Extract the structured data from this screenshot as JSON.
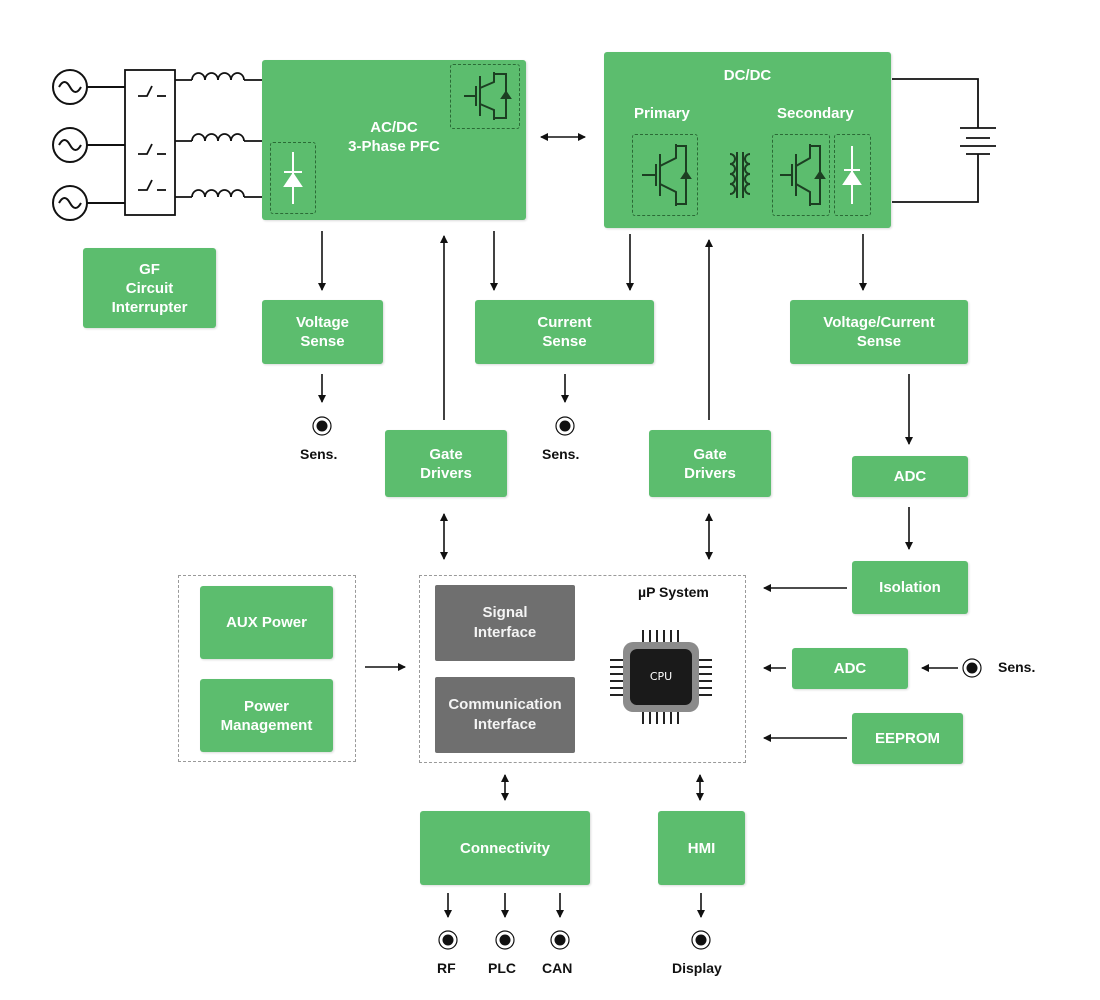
{
  "blocks": {
    "acdc": "AC/DC\n3-Phase PFC",
    "dcdc": "DC/DC",
    "primary": "Primary",
    "secondary": "Secondary",
    "gf": "GF\nCircuit\nInterrupter",
    "voltage_sense": "Voltage\nSense",
    "current_sense": "Current\nSense",
    "vi_sense": "Voltage/Current\nSense",
    "gate_drivers_1": "Gate\nDrivers",
    "gate_drivers_2": "Gate\nDrivers",
    "adc_1": "ADC",
    "isolation": "Isolation",
    "adc_2": "ADC",
    "eeprom": "EEPROM",
    "aux_power": "AUX Power",
    "power_management": "Power\nManagement",
    "up_system": "µP System",
    "signal_interface": "Signal\nInterface",
    "communication_interface": "Communication\nInterface",
    "cpu": "CPU",
    "connectivity": "Connectivity",
    "hmi": "HMI"
  },
  "terminals": {
    "sens_1": "Sens.",
    "sens_2": "Sens.",
    "sens_3": "Sens.",
    "rf": "RF",
    "plc": "PLC",
    "can": "CAN",
    "display": "Display"
  },
  "colors": {
    "block_green": "#5cbd6e",
    "interface_gray": "#6f6f6f",
    "line": "#111111"
  }
}
